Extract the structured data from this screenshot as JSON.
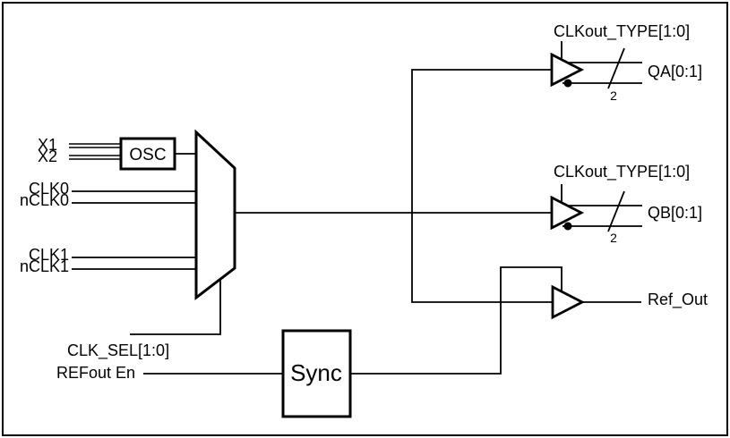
{
  "figure": {
    "background_color": "#ffffff",
    "line_color": "#000000",
    "inputs": {
      "x1": "X1",
      "x2": "X2",
      "clk0": "CLK0",
      "nclk0": "nCLK0",
      "clk1": "CLK1",
      "nclk1": "nCLK1",
      "clk_sel": "CLK_SEL[1:0]",
      "refout_en": "REFout En"
    },
    "blocks": {
      "osc": "OSC",
      "sync": "Sync"
    },
    "control_labels": {
      "clkout_type_qa": "CLKout_TYPE[1:0]",
      "clkout_type_qb": "CLKout_TYPE[1:0]"
    },
    "outputs": {
      "qa": "QA[0:1]",
      "qb": "QB[0:1]",
      "ref_out": "Ref_Out"
    },
    "bus_widths": {
      "qa": "2",
      "qb": "2"
    }
  }
}
